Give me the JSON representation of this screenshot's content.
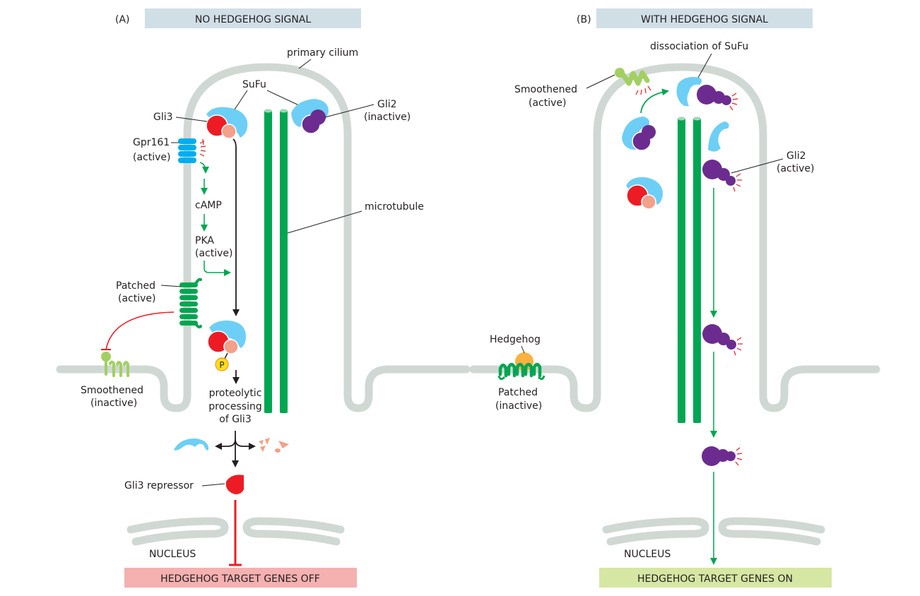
{
  "panel_a": {
    "letter": "(A)",
    "title": "NO HEDGEHOG SIGNAL",
    "labels": {
      "primary_cilium": "primary cilium",
      "sufu": "SuFu",
      "gli3": "Gli3",
      "gli2_name": "Gli2",
      "gli2_state": "(inactive)",
      "gpr161_name": "Gpr161",
      "gpr161_state": "(active)",
      "camp": "cAMP",
      "pka_name": "PKA",
      "pka_state": "(active)",
      "microtubule": "microtubule",
      "patched_name": "Patched",
      "patched_state": "(active)",
      "smoothened_name": "Smoothened",
      "smoothened_state": "(inactive)",
      "phosphate": "P",
      "proteolytic_1": "proteolytic",
      "proteolytic_2": "processing",
      "proteolytic_3": "of Gli3",
      "gli3_repressor": "Gli3 repressor",
      "nucleus": "NUCLEUS"
    },
    "result": "HEDGEHOG TARGET GENES OFF"
  },
  "panel_b": {
    "letter": "(B)",
    "title": "WITH HEDGEHOG SIGNAL",
    "labels": {
      "dissociation": "dissociation of SuFu",
      "smoothened_name": "Smoothened",
      "smoothened_state": "(active)",
      "gli2_name": "Gli2",
      "gli2_state": "(active)",
      "hedgehog": "Hedgehog",
      "patched_name": "Patched",
      "patched_state": "(inactive)",
      "nucleus": "NUCLEUS"
    },
    "result": "HEDGEHOG TARGET GENES ON"
  },
  "colors": {
    "header_bg": "#d0dee6",
    "off_bg": "#f5b0b0",
    "on_bg": "#d6e6a3",
    "membrane": "#d0d8d4",
    "microtubule": "#00a651",
    "sufu": "#6dcff6",
    "gli3": "#ed1c24",
    "gli3_tail": "#f4a08a",
    "gli2": "#6c2c8f",
    "gpr161": "#00aeef",
    "patched": "#00a651",
    "smoothened": "#a3cf62",
    "hedgehog": "#fbb040",
    "activation_arrow": "#00a651",
    "inhibition": "#ed1c24",
    "phosphate": "#ffde17"
  }
}
